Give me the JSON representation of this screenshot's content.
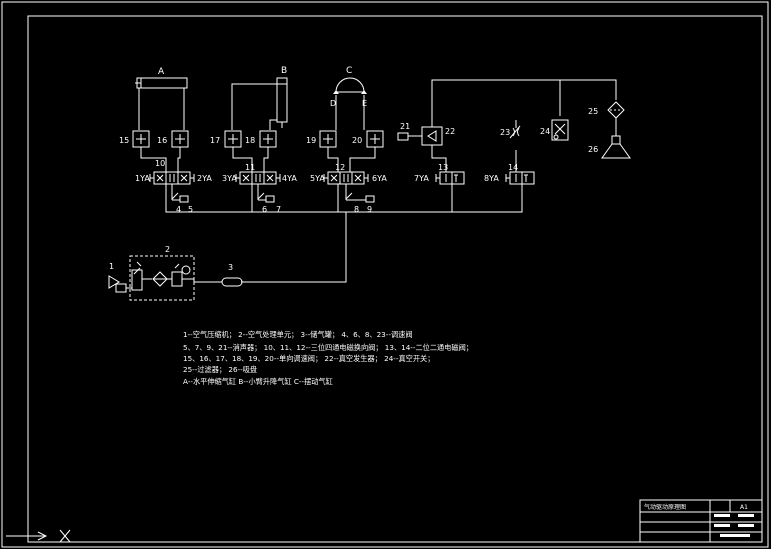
{
  "diagram": {
    "cylinders": {
      "a": "A",
      "b": "B",
      "c": "C",
      "d": "D",
      "e": "E"
    },
    "one_way_valves": [
      "15",
      "16",
      "17",
      "18",
      "19",
      "20"
    ],
    "directional_valves": [
      "10",
      "11",
      "12",
      "13",
      "14"
    ],
    "coils": {
      "v10_left": "1YA",
      "v10_right": "2YA",
      "v11_left": "3YA",
      "v11_right": "4YA",
      "v12_left": "5YA",
      "v12_right": "6YA",
      "v13_left": "7YA",
      "v14_left": "8YA"
    },
    "small_numbers": {
      "n4": "4",
      "n5": "5",
      "n6": "6",
      "n7": "7",
      "n8": "8",
      "n9": "9",
      "n21": "21",
      "n22": "22",
      "n23": "23",
      "n24": "24",
      "n25": "25",
      "n26": "26",
      "n1": "1",
      "n2": "2",
      "n3": "3"
    }
  },
  "legend": {
    "line1": "1--空气压缩机；        2--空气处理单元；        3--储气罐；        4、6、8、23--调速阀",
    "line2": "5、7、9、21--消声器；    10、11、12--三位四通电磁换向阀；    13、14--二位二通电磁阀；",
    "line3": "15、16、17、18、19、20--单向调速阀；      22--真空发生器；       24--真空开关；",
    "line4": "25--过滤器；          26--吸盘",
    "line5": "A--水平伸缩气缸      B--小臂升降气缸      C--摆动气缸"
  },
  "title_block": {
    "drawing_title": "气动驱动原理图",
    "sheet_size": "A1"
  }
}
